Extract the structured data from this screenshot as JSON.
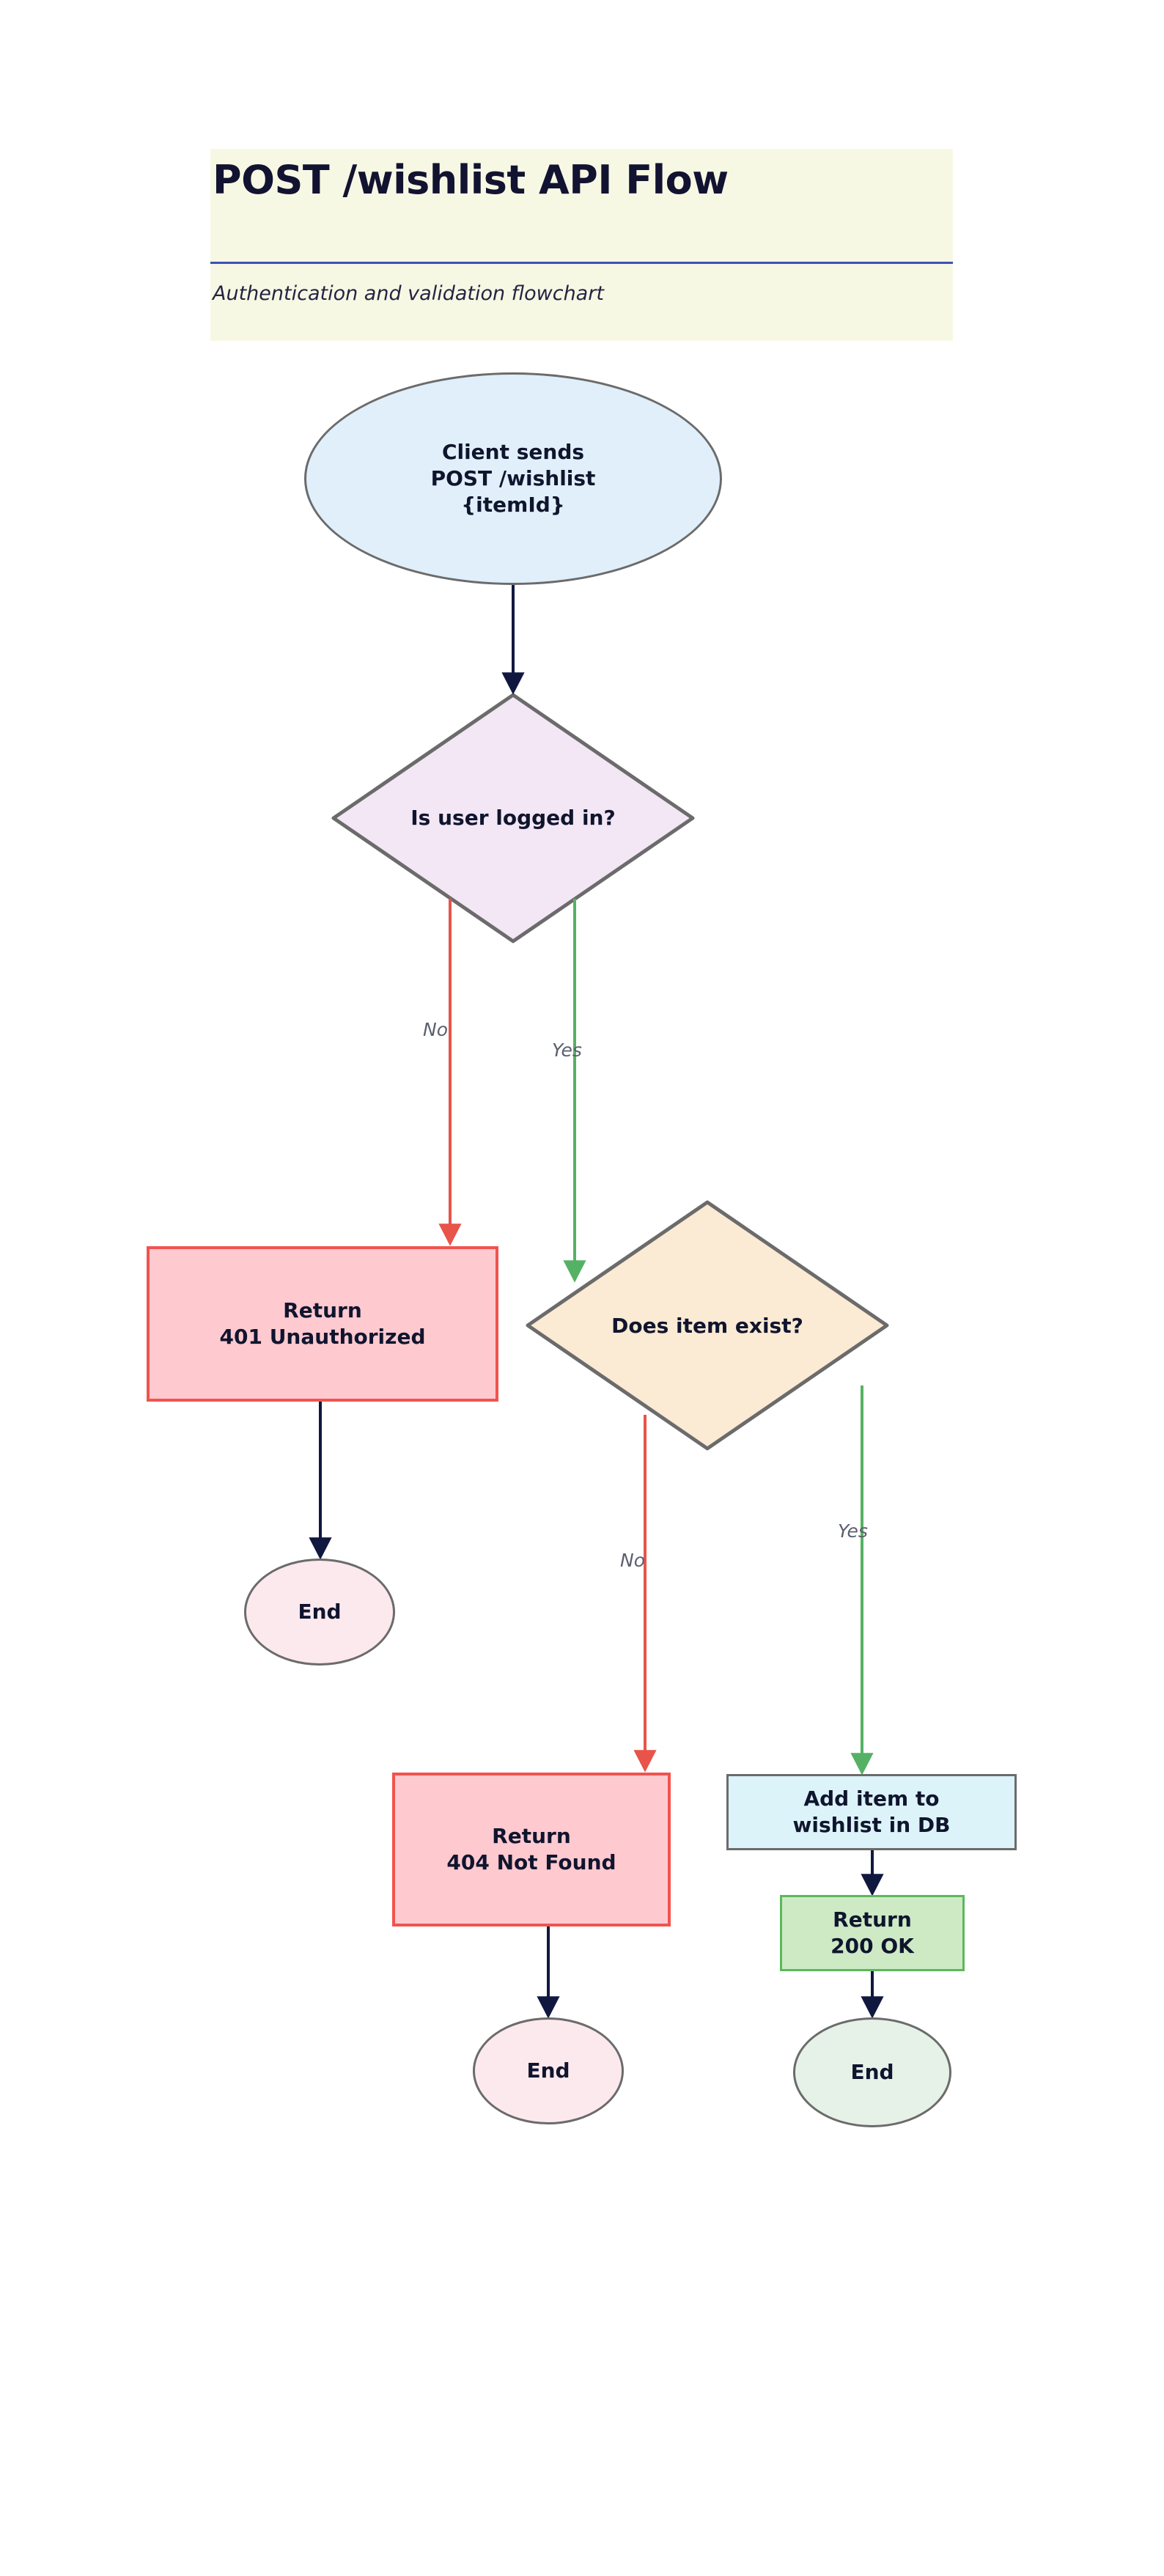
{
  "header": {
    "title": "POST /wishlist API Flow",
    "subtitle": "Authentication and validation flowchart",
    "panel_bg": "#f7f8e4",
    "rule_color": "#3f51b5",
    "title_color": "#121331"
  },
  "chart_data": {
    "type": "diagram",
    "diagram_type": "flowchart",
    "direction": "top-to-bottom",
    "title": "POST /wishlist API Flow",
    "subtitle": "Authentication and validation flowchart",
    "nodes": [
      {
        "id": "start",
        "shape": "ellipse",
        "label": "Client sends\nPOST /wishlist\n{itemId}",
        "fill": "#e0effa",
        "stroke": "#6b6b6b"
      },
      {
        "id": "d1",
        "shape": "diamond",
        "label": "Is user\nlogged in?",
        "fill": "#f3e6f5",
        "stroke": "#6b6b6b"
      },
      {
        "id": "r401",
        "shape": "rectangle",
        "label": "Return\n401 Unauthorized",
        "fill": "#ffc9d0",
        "stroke": "#f2534f"
      },
      {
        "id": "d2",
        "shape": "diamond",
        "label": "Does item\nexist?",
        "fill": "#fbead4",
        "stroke": "#6b6b6b"
      },
      {
        "id": "end1",
        "shape": "ellipse",
        "label": "End",
        "fill": "#fce9ee",
        "stroke": "#6b6b6b"
      },
      {
        "id": "r404",
        "shape": "rectangle",
        "label": "Return\n404 Not Found",
        "fill": "#ffc9d0",
        "stroke": "#f2534f"
      },
      {
        "id": "add",
        "shape": "rectangle",
        "label": "Add item to\nwishlist in DB",
        "fill": "#dcf3fa",
        "stroke": "#6b6b6b"
      },
      {
        "id": "r200",
        "shape": "rectangle",
        "label": "Return\n200 OK",
        "fill": "#cdeac5",
        "stroke": "#5cb85c"
      },
      {
        "id": "end2",
        "shape": "ellipse",
        "label": "End",
        "fill": "#fce9ee",
        "stroke": "#6b6b6b"
      },
      {
        "id": "end3",
        "shape": "ellipse",
        "label": "End",
        "fill": "#e6f2e8",
        "stroke": "#6b6b6b"
      }
    ],
    "edges": [
      {
        "from": "start",
        "to": "d1",
        "label": "",
        "color": "#11183f"
      },
      {
        "from": "d1",
        "to": "r401",
        "label": "No",
        "color": "#e8534a"
      },
      {
        "from": "d1",
        "to": "d2",
        "label": "Yes",
        "color": "#55b265"
      },
      {
        "from": "r401",
        "to": "end1",
        "label": "",
        "color": "#11183f"
      },
      {
        "from": "d2",
        "to": "r404",
        "label": "No",
        "color": "#e8534a"
      },
      {
        "from": "d2",
        "to": "add",
        "label": "Yes",
        "color": "#55b265"
      },
      {
        "from": "r404",
        "to": "end2",
        "label": "",
        "color": "#11183f"
      },
      {
        "from": "add",
        "to": "r200",
        "label": "",
        "color": "#11183f"
      },
      {
        "from": "r200",
        "to": "end3",
        "label": "",
        "color": "#11183f"
      }
    ],
    "edge_label_color": "#5c5f6e",
    "yes_color": "#55b265",
    "no_color": "#e8534a",
    "default_edge_color": "#11183f"
  },
  "nodes": {
    "start": {
      "label": "Client sends\nPOST /wishlist\n{itemId}"
    },
    "d1": {
      "label": "Is user\nlogged in?"
    },
    "r401": {
      "label": "Return\n401 Unauthorized"
    },
    "d2": {
      "label": "Does item\nexist?"
    },
    "end1": {
      "label": "End"
    },
    "r404": {
      "label": "Return\n404 Not Found"
    },
    "add": {
      "label": "Add item to\nwishlist in DB"
    },
    "r200": {
      "label": "Return\n200 OK"
    },
    "end2": {
      "label": "End"
    },
    "end3": {
      "label": "End"
    }
  },
  "edge_labels": {
    "no1": "No",
    "yes1": "Yes",
    "no2": "No",
    "yes2": "Yes"
  }
}
